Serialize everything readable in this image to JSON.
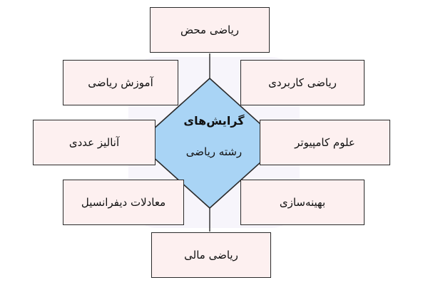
{
  "center": {
    "title": "گرایش‌های",
    "subtitle": "رشته ریاضی"
  },
  "branches": [
    "ریاضی محض",
    "ریاضی کاربردی",
    "آموزش ریاضی",
    "علوم کامپیوتر",
    "آنالیز عددی",
    "بهینه‌سازی",
    "معادلات دیفرانسیل",
    "ریاضی مالی"
  ],
  "colors": {
    "box_fill": "#fdf0f0",
    "diamond_fill": "#a9d4f5",
    "line": "#2a2a2a"
  }
}
